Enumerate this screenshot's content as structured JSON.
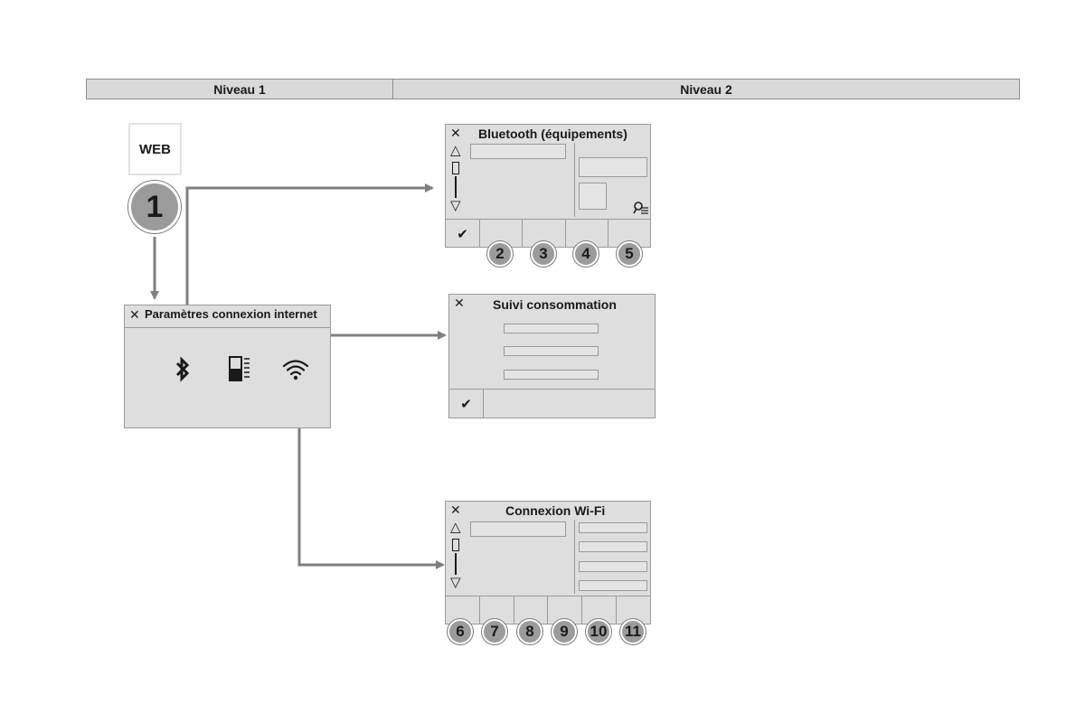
{
  "levels": {
    "level1": "Niveau 1",
    "level2": "Niveau 2"
  },
  "web_button": "WEB",
  "step_number": "1",
  "main_screen": {
    "close": "✕",
    "title": "Paramètres connexion internet",
    "icons": [
      "bluetooth-icon",
      "data-usage-icon",
      "wifi-icon"
    ]
  },
  "bluetooth_screen": {
    "close": "✕",
    "title": "Bluetooth (équipements)",
    "confirm": "✔",
    "numbers": [
      "2",
      "3",
      "4",
      "5"
    ]
  },
  "consumption_screen": {
    "close": "✕",
    "title": "Suivi consommation",
    "confirm": "✔"
  },
  "wifi_screen": {
    "close": "✕",
    "title": "Connexion Wi-Fi",
    "numbers": [
      "6",
      "7",
      "8",
      "9",
      "10",
      "11"
    ]
  },
  "colors": {
    "arrow": "#7f7f7f",
    "screen": "#dedede",
    "badge": "#9b9b9b"
  }
}
